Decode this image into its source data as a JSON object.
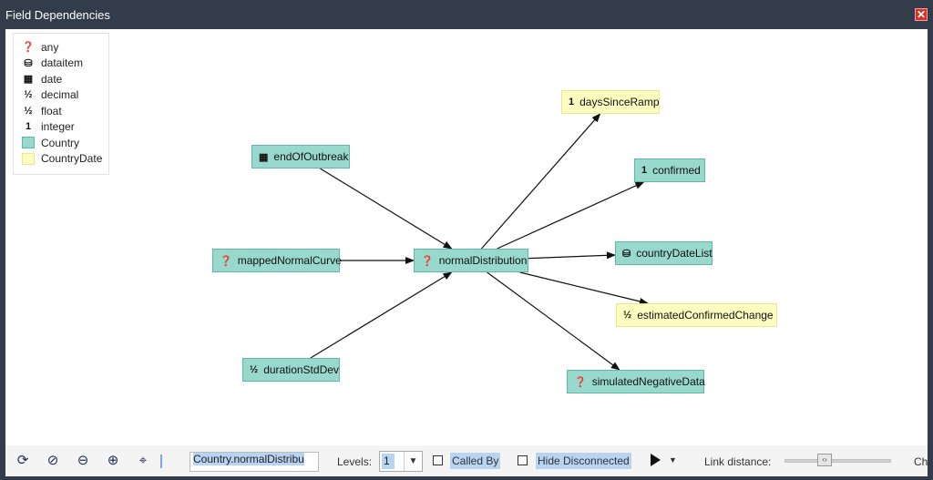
{
  "window": {
    "title": "Field Dependencies",
    "close_symbol": "✕"
  },
  "colors": {
    "country_fill": "#98d8cd",
    "country_border": "#5cb8a8",
    "countrydate_fill": "#fdfdc0",
    "countrydate_border": "#e8e890"
  },
  "legend": {
    "items": [
      {
        "icon": "question-circle-icon",
        "glyph": "❓",
        "label": "any"
      },
      {
        "icon": "database-icon",
        "glyph": "⛁",
        "label": "dataitem"
      },
      {
        "icon": "calendar-icon",
        "glyph": "▦",
        "label": "date"
      },
      {
        "icon": "half-icon",
        "glyph": "½",
        "label": "decimal"
      },
      {
        "icon": "half-icon",
        "glyph": "½",
        "label": "float"
      },
      {
        "icon": "one-icon",
        "glyph": "1",
        "label": "integer"
      },
      {
        "swatch": "#98d8cd",
        "label": "Country"
      },
      {
        "swatch": "#fdfdc0",
        "label": "CountryDate"
      }
    ]
  },
  "graph": {
    "nodes": [
      {
        "id": "endOfOutbreak",
        "label": "endOfOutbreak",
        "icon": "calendar-icon",
        "glyph": "▦",
        "kind": "Country"
      },
      {
        "id": "mappedNormalCurve",
        "label": "mappedNormalCurve",
        "icon": "question-circle-icon",
        "glyph": "❓",
        "kind": "Country"
      },
      {
        "id": "normalDistribution",
        "label": "normalDistribution",
        "icon": "question-circle-icon",
        "glyph": "❓",
        "kind": "Country"
      },
      {
        "id": "durationStdDev",
        "label": "durationStdDev",
        "icon": "half-icon",
        "glyph": "½",
        "kind": "Country"
      },
      {
        "id": "daysSinceRamp",
        "label": "daysSinceRamp",
        "icon": "one-icon",
        "glyph": "1",
        "kind": "CountryDate"
      },
      {
        "id": "confirmed",
        "label": "confirmed",
        "icon": "one-icon",
        "glyph": "1",
        "kind": "Country"
      },
      {
        "id": "countryDateList",
        "label": "countryDateList",
        "icon": "database-icon",
        "glyph": "⛁",
        "kind": "Country"
      },
      {
        "id": "estimatedConfirmedChange",
        "label": "estimatedConfirmedChange",
        "icon": "half-icon",
        "glyph": "½",
        "kind": "CountryDate"
      },
      {
        "id": "simulatedNegativeData",
        "label": "simulatedNegativeData",
        "icon": "question-circle-icon",
        "glyph": "❓",
        "kind": "Country"
      }
    ],
    "edges": [
      {
        "from": "endOfOutbreak",
        "to": "normalDistribution"
      },
      {
        "from": "mappedNormalCurve",
        "to": "normalDistribution"
      },
      {
        "from": "durationStdDev",
        "to": "normalDistribution"
      },
      {
        "from": "normalDistribution",
        "to": "daysSinceRamp"
      },
      {
        "from": "normalDistribution",
        "to": "confirmed"
      },
      {
        "from": "normalDistribution",
        "to": "countryDateList"
      },
      {
        "from": "normalDistribution",
        "to": "estimatedConfirmedChange"
      },
      {
        "from": "normalDistribution",
        "to": "simulatedNegativeData"
      }
    ]
  },
  "toolbar": {
    "buttons": [
      {
        "name": "refresh-icon",
        "glyph": "⟳"
      },
      {
        "name": "eye-slash-icon",
        "glyph": "⊘"
      },
      {
        "name": "zoom-out-icon",
        "glyph": "⊖"
      },
      {
        "name": "zoom-in-icon",
        "glyph": "⊕"
      },
      {
        "name": "crosshair-icon",
        "glyph": "⌖"
      }
    ],
    "search_value": "Country.normalDistribu",
    "levels_label": "Levels:",
    "levels_value": "1",
    "called_by_label": "Called By",
    "hide_disconnected_label": "Hide Disconnected",
    "link_distance_label": "Link distance:",
    "cut_off_label": "Ch"
  }
}
